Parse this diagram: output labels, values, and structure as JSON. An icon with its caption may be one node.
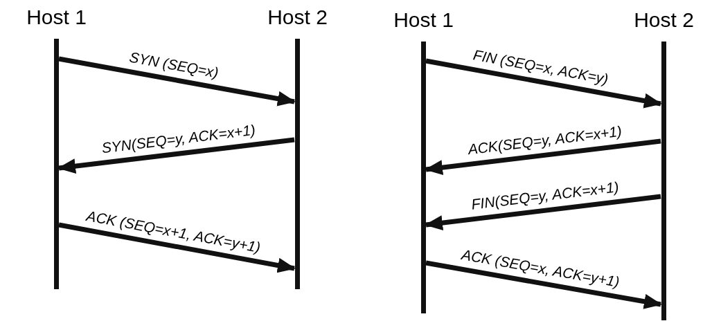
{
  "diagram": {
    "nodes": [
      {
        "text": [
          "Host 1"
        ]
      },
      {
        "text": [
          "Host 2"
        ]
      },
      {
        "text": [
          "Host 1"
        ]
      },
      {
        "text": [
          "Host 2"
        ]
      }
    ],
    "edges": [
      {
        "from": 0,
        "to": 1,
        "arrow": "to",
        "label": "SYN (SEQ=x)"
      },
      {
        "from": 1,
        "to": 0,
        "arrow": "to",
        "label": "SYN(SEQ=y, ACK=x+1)"
      },
      {
        "from": 0,
        "to": 1,
        "arrow": "to",
        "label": "ACK (SEQ=x+1, ACK=y+1)"
      },
      {
        "from": 2,
        "to": 3,
        "arrow": "to",
        "label": "FIN (SEQ=x, ACK=y)"
      },
      {
        "from": 3,
        "to": 2,
        "arrow": "to",
        "label": "ACK(SEQ=y, ACK=x+1)"
      },
      {
        "from": 3,
        "to": 2,
        "arrow": "to",
        "label": "FIN(SEQ=y, ACK=x+1)"
      },
      {
        "from": 2,
        "to": 3,
        "arrow": "to",
        "label": "ACK (SEQ=x, ACK=y+1)"
      }
    ]
  }
}
